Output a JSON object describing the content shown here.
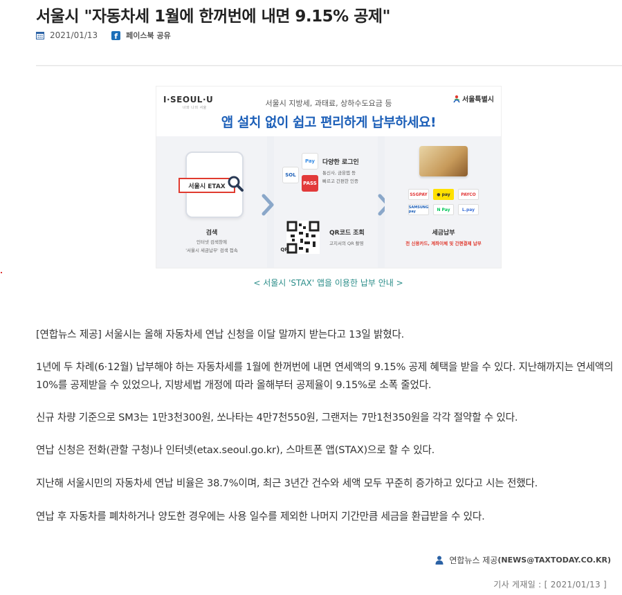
{
  "article": {
    "title": "서울시 \"자동차세 1월에 한꺼번에 내면 9.15% 공제\"",
    "date": "2021/01/13",
    "share_label": "페이스북 공유",
    "image_caption": "< 서울시 'STAX' 앱을 이용한 납부 안내 >",
    "paragraphs": [
      "[연합뉴스 제공] 서울시는 올해 자동차세 연납 신청을 이달 말까지 받는다고 13일 밝혔다.",
      "1년에 두 차례(6·12월) 납부해야 하는 자동차세를 1월에 한꺼번에 내면 연세액의 9.15% 공제 혜택을 받을 수 있다. 지난해까지는 연세액의 10%를 공제받을 수 있었으나, 지방세법 개정에 따라 올해부터 공제율이 9.15%로 소폭 줄었다.",
      "신규 차량 기준으로 SM3는 1만3천300원, 쏘나타는 4만7천550원, 그랜저는 7만1천350원을 각각 절약할 수 있다.",
      "연납 신청은 전화(관할 구청)나 인터넷(etax.seoul.go.kr), 스마트폰 앱(STAX)으로 할 수 있다.",
      "지난해 서울시민의 자동차세 연납 비율은 38.7%이며, 최근 3년간 건수와 세액 모두 꾸준히 증가하고 있다고 시는 전했다.",
      "연납 후 자동차를 폐차하거나 양도한 경우에는 사용 일수를 제외한 나머지 기간만큼 세금을 환급받을 수 있다."
    ],
    "credit_name": "연합뉴스 제공",
    "credit_email": "(NEWS@TAXTODAY.CO.KR)",
    "posted_label": "기사 게재일 : [ 2021/01/13 ]"
  },
  "banner": {
    "logo_left": "I·SEOUL·U",
    "logo_left_sub": "너와 나의 서울",
    "logo_right": "서울특별시",
    "subtitle": "서울시 지방세, 과태료, 상하수도요금 등",
    "headline": "앱 설치 없이 쉽고 편리하게 납부하세요!",
    "search_text": "서울시 ETAX",
    "step1_title": "검색",
    "step1_desc1": "인터넷 검색창에",
    "step1_desc2": "'서울시 세금납부' 검색 접속",
    "login_title": "다양한 로그인",
    "login_desc1": "통신사, 금융앱 등",
    "login_desc2": "빠르고 간편한 인증",
    "qr_title": "QR코드 조회",
    "qr_desc": "고지서의 QR 촬영",
    "step3_title": "세금납부",
    "step3_desc": "전 신용카드, 계좌이체 및 간편결제 납부",
    "chip_sol": "SOL",
    "chip_pass": "PASS",
    "chip_pay": "Pay",
    "pay_ssg": "SSGPAY",
    "pay_kakao": "● pay",
    "pay_payco": "PAYCO",
    "pay_samsung": "SAMSUNG pay",
    "pay_naver": "N Pay",
    "pay_lpay": "L.pay",
    "qr_label": "QR"
  },
  "colors": {
    "headline_blue": "#1c5fb8",
    "caption_teal": "#2c8e8a",
    "search_red": "#e03a2f",
    "facebook_blue": "#1d6fb8"
  },
  "icons": [
    "calendar-icon",
    "facebook-icon",
    "user-icon",
    "magnifier-icon",
    "chevron-right-icon",
    "qr-code-icon",
    "credit-card-icon"
  ]
}
